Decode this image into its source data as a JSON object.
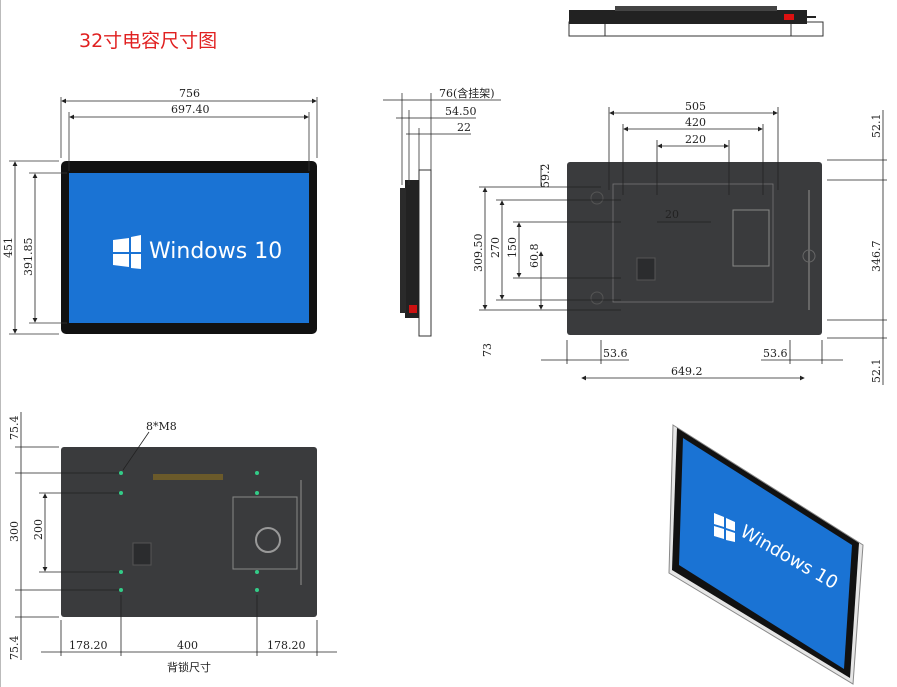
{
  "title": "32寸电容尺寸图",
  "front": {
    "width_outer": "756",
    "width_inner": "697.40",
    "height_outer": "451",
    "height_inner": "391.85",
    "os_label": "Windows 10"
  },
  "side": {
    "depth_with_mount": "76(含挂架)",
    "depth_mid": "54.50",
    "depth_body": "22"
  },
  "back_right": {
    "w505": "505",
    "w420": "420",
    "w220": "220",
    "w20": "20",
    "h59_2": "59.2",
    "h309_50": "309.50",
    "h270": "270",
    "h150": "150",
    "h60_8": "60.8",
    "h73": "73",
    "m53_6_left": "53.6",
    "m53_6_right": "53.6",
    "w649_2": "649.2",
    "r52_1_top": "52.1",
    "r346_7": "346.7",
    "r52_1_bottom": "52.1"
  },
  "back_bottom": {
    "holes_label": "8*M8",
    "h75_4_top": "75.4",
    "h300": "300",
    "h200": "200",
    "h75_4_bottom": "75.4",
    "w178_20_left": "178.20",
    "w400": "400",
    "w178_20_right": "178.20",
    "caption": "背锁尺寸"
  },
  "iso": {
    "os_label": "Windows 10"
  },
  "colors": {
    "screen_blue": "#1a73d4",
    "bezel": "#111111",
    "back_panel": "#3a3b3d",
    "title_red": "#e02020"
  }
}
